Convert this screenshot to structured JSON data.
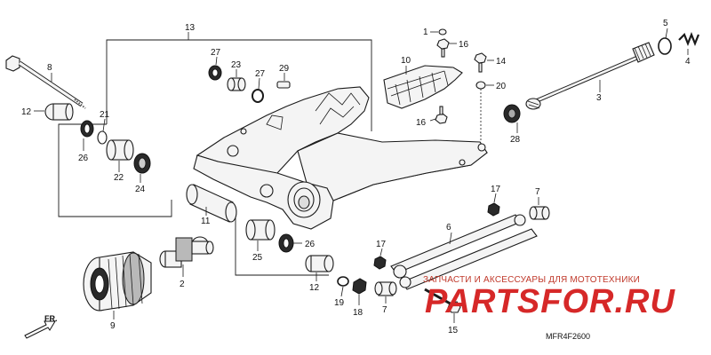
{
  "diagram": {
    "code": "MFR4F2600",
    "direction_label": "FR.",
    "watermark": {
      "subtitle": "ЗАПЧАСТИ И АКСЕССУАРЫ ДЛЯ МОТОТЕХНИКИ",
      "brand": "PARTSFOR.RU"
    },
    "labels": {
      "p1": "1",
      "p2": "2",
      "p3": "3",
      "p4": "4",
      "p5": "5",
      "p6": "6",
      "p7a": "7",
      "p7b": "7",
      "p8": "8",
      "p9": "9",
      "p10": "10",
      "p11": "11",
      "p12a": "12",
      "p12b": "12",
      "p13": "13",
      "p14": "14",
      "p15": "15",
      "p16a": "16",
      "p16b": "16",
      "p17a": "17",
      "p17b": "17",
      "p18": "18",
      "p19": "19",
      "p20": "20",
      "p21": "21",
      "p22": "22",
      "p23": "23",
      "p24": "24",
      "p25": "25",
      "p26a": "26",
      "p26b": "26",
      "p27a": "27",
      "p27b": "27",
      "p28": "28",
      "p29": "29"
    }
  }
}
